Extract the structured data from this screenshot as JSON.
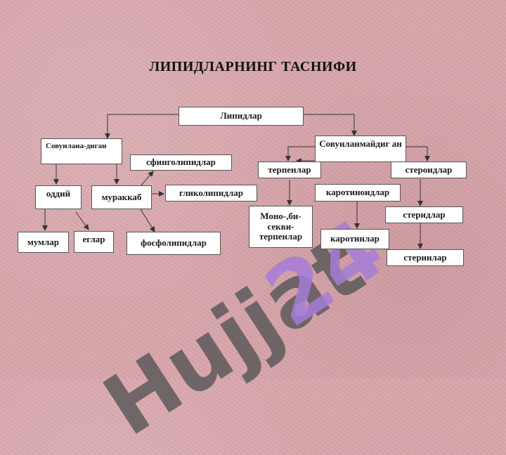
{
  "title": "ЛИПИДЛАРНИНГ  ТАСНИФИ",
  "watermark": {
    "part_a": "Hujjat",
    "part_b": "24"
  },
  "nodes": {
    "root": "Липидлар",
    "saponifiable": "Совунлана-диган",
    "non_saponifiable": "Совунланмайдиг ан",
    "simple": "оддий",
    "complex": "мураккаб",
    "sphingolipids": "сфинголипидлар",
    "glycolipids": "гликолипидлар",
    "phospholipids": "фосфолипидлар",
    "waxes": "мумлар",
    "fats": "еглар",
    "terpenes": "терпенлар",
    "steroids": "стероидлар",
    "carotenoids": "каротиноидлар",
    "mono_terpenes": "Моно-,би-секви-терпенлар",
    "carotenes": "каротинлар",
    "sterides": "стеридлар",
    "sterins": "стеринлар"
  },
  "colors": {
    "background": "#d9a7ac",
    "line": "#333333",
    "box": "#ffffff"
  }
}
